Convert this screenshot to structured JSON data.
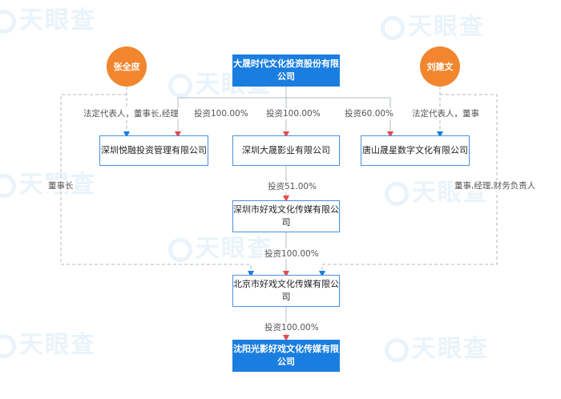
{
  "watermark": "天眼查",
  "colors": {
    "blue_solid": "#1a7ee0",
    "blue_border": "#4a90e2",
    "person": "#f2862e",
    "investment_arrow": "#e84a4a",
    "role_arrow": "#1a7ee0",
    "dashed_line": "#b0b8c4"
  },
  "persons": {
    "zhang": "张全庶",
    "liu": "刘建文"
  },
  "companies": {
    "top": "大晟时代文化投资股份有限公司",
    "yuerong": "深圳悦融投资管理有限公司",
    "dasheng_film": "深圳大晟影业有限公司",
    "tangshan": "唐山晟星数字文化有限公司",
    "shenzhen_haoxi": "深圳市好戏文化传媒有限公司",
    "beijing_haoxi": "北京市好戏文化传媒有限公司",
    "shenyang": "沈阳光影好戏文化传媒有限公司"
  },
  "edges": {
    "zhang_to_yuerong": "法定代表人，董事长,经理",
    "top_to_yuerong": "投资100.00%",
    "top_to_film": "投资100.00%",
    "top_to_tangshan": "投资60.00%",
    "liu_to_tangshan": "法定代表人，董事",
    "zhang_to_beijing": "董事长",
    "liu_to_beijing": "董事,经理,财务负责人",
    "film_to_shenzhen": "投资51.00%",
    "shenzhen_to_beijing": "投资100.00%",
    "beijing_to_shenyang": "投资100.00%"
  }
}
